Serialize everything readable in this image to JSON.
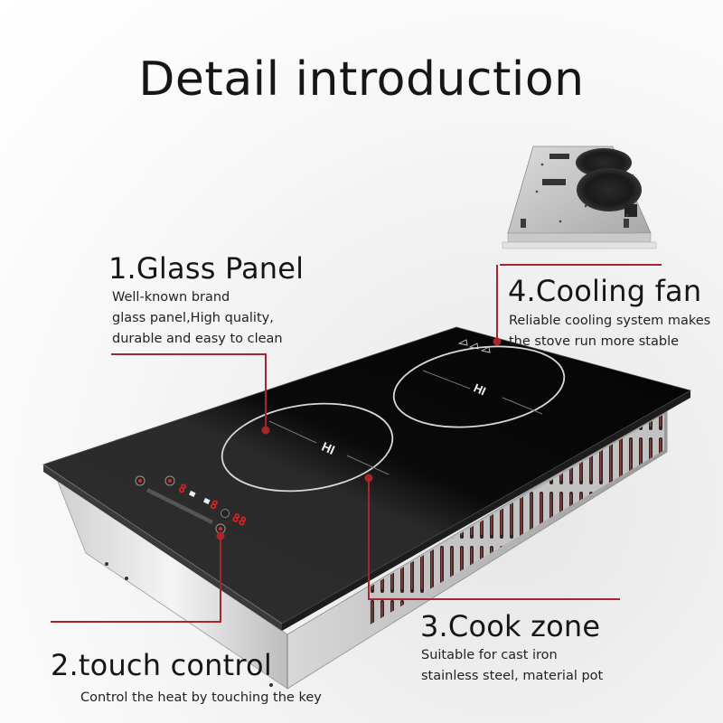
{
  "title": "Detail introduction",
  "features": [
    {
      "number": "1",
      "heading": "1.Glass Panel",
      "description_lines": [
        "Well-known brand",
        "glass panel,High quality,",
        "durable and easy to clean"
      ]
    },
    {
      "number": "2",
      "heading": "2.touch control",
      "description_lines": [
        "Control the heat by touching the key"
      ]
    },
    {
      "number": "3",
      "heading": "3.Cook zone",
      "description_lines": [
        "Suitable for cast iron",
        "stainless steel, material pot"
      ]
    },
    {
      "number": "4",
      "heading": "4.Cooling fan",
      "description_lines": [
        "Reliable cooling system makes",
        "the stove run more stable"
      ]
    }
  ],
  "cooktop": {
    "zone_left_label": "HI",
    "zone_right_label": "HI",
    "display_digits": [
      "8",
      "8",
      "88"
    ]
  },
  "colors": {
    "accent_line": "#a8262b",
    "glass": "#0b0b0b",
    "text": "#161616"
  }
}
